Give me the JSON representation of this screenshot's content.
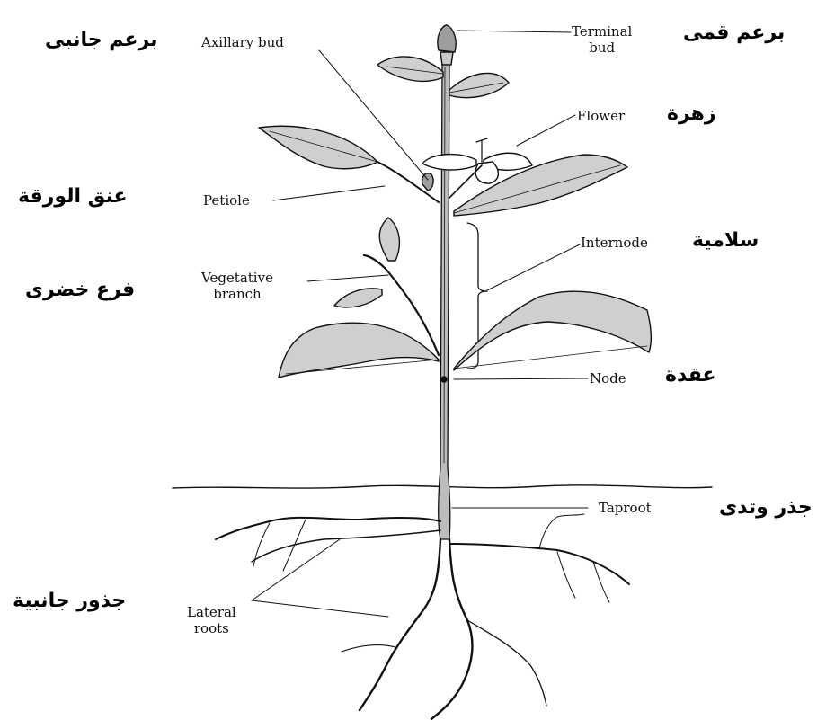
{
  "labels": {
    "terminal_bud": [
      "Terminal",
      "bud"
    ],
    "axillary_bud": "Axillary bud",
    "flower": "Flower",
    "petiole": "Petiole",
    "internode": "Internode",
    "vegetative_branch": [
      "Vegetative",
      "branch"
    ],
    "node": "Node",
    "taproot": "Taproot",
    "lateral_roots": [
      "Lateral",
      "roots"
    ]
  },
  "arabic": {
    "terminal_bud": "برعم قمى",
    "axillary_bud": "برعم جانبى",
    "flower": "زهرة",
    "petiole": "عنق الورقة",
    "internode": "سلامية",
    "vegetative_branch": "فرع خضرى",
    "node": "عقدة",
    "taproot": "جذر وتدى",
    "lateral_roots": "جذور جانبية"
  },
  "colors": {
    "ink": "#111111",
    "leaf_fill": "#cfcfcf",
    "stem_fill": "#bdbdbd"
  }
}
